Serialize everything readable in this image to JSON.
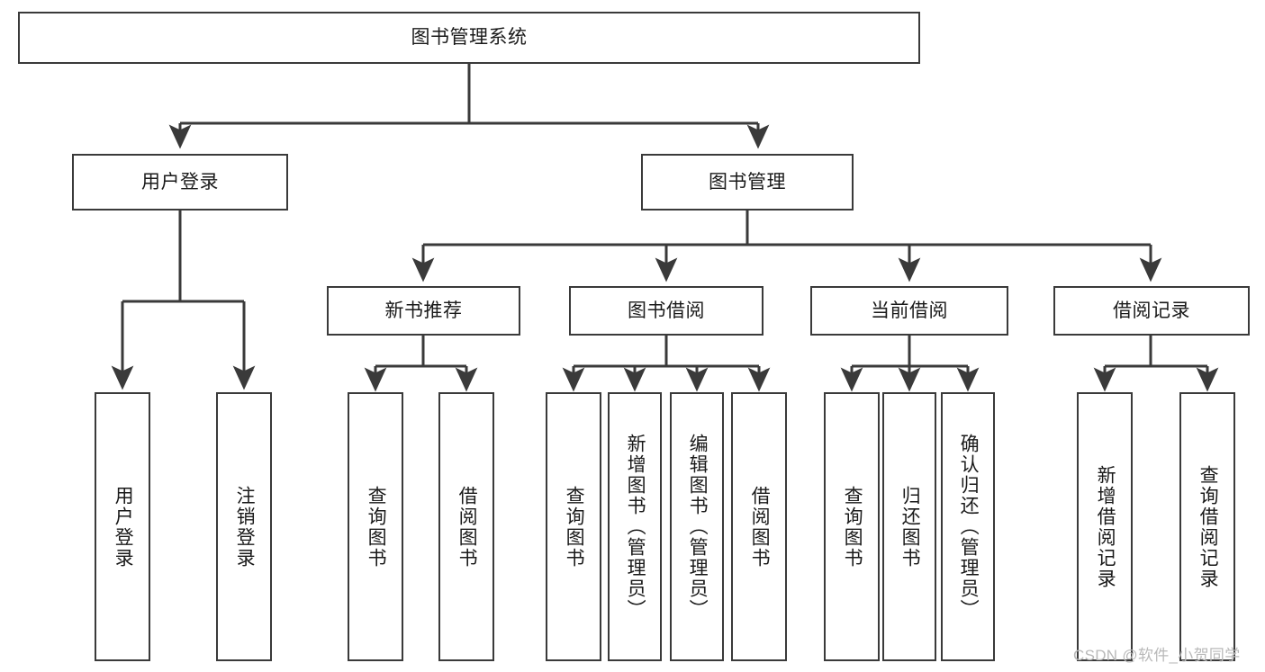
{
  "diagram": {
    "title_node": {
      "id": "root",
      "label": "图书管理系统"
    },
    "level1": [
      {
        "id": "user-login",
        "label": "用户登录"
      },
      {
        "id": "book-manage",
        "label": "图书管理"
      }
    ],
    "level2": [
      {
        "id": "new-book-recommend",
        "label": "新书推荐"
      },
      {
        "id": "book-borrow",
        "label": "图书借阅"
      },
      {
        "id": "current-borrow",
        "label": "当前借阅"
      },
      {
        "id": "borrow-record",
        "label": "借阅记录"
      }
    ],
    "leaves": {
      "user_login": [
        {
          "id": "leaf-user-login",
          "label": "用户登录"
        },
        {
          "id": "leaf-logout-login",
          "label": "注销登录"
        }
      ],
      "new_book_recommend": [
        {
          "id": "leaf-query-book-1",
          "label": "查询图书"
        },
        {
          "id": "leaf-borrow-book-1",
          "label": "借阅图书"
        }
      ],
      "book_borrow": [
        {
          "id": "leaf-query-book-2",
          "label": "查询图书"
        },
        {
          "id": "leaf-add-book",
          "label": "新增图书（管理员）"
        },
        {
          "id": "leaf-edit-book",
          "label": "编辑图书（管理员）"
        },
        {
          "id": "leaf-borrow-book-2",
          "label": "借阅图书"
        }
      ],
      "current_borrow": [
        {
          "id": "leaf-query-book-3",
          "label": "查询图书"
        },
        {
          "id": "leaf-return-book",
          "label": "归还图书"
        },
        {
          "id": "leaf-confirm-return",
          "label": "确认归还（管理员）"
        }
      ],
      "borrow_record": [
        {
          "id": "leaf-add-record",
          "label": "新增借阅记录"
        },
        {
          "id": "leaf-query-record",
          "label": "查询借阅记录"
        }
      ]
    }
  },
  "watermark": {
    "text": "CSDN @软件_小贺同学"
  },
  "colors": {
    "background": "#ffffff",
    "node_border": "#3a3a3a",
    "node_fill": "#ffffff",
    "edge": "#3a3a3a",
    "text": "#1a1a1a",
    "watermark": "#b9b9b9"
  }
}
